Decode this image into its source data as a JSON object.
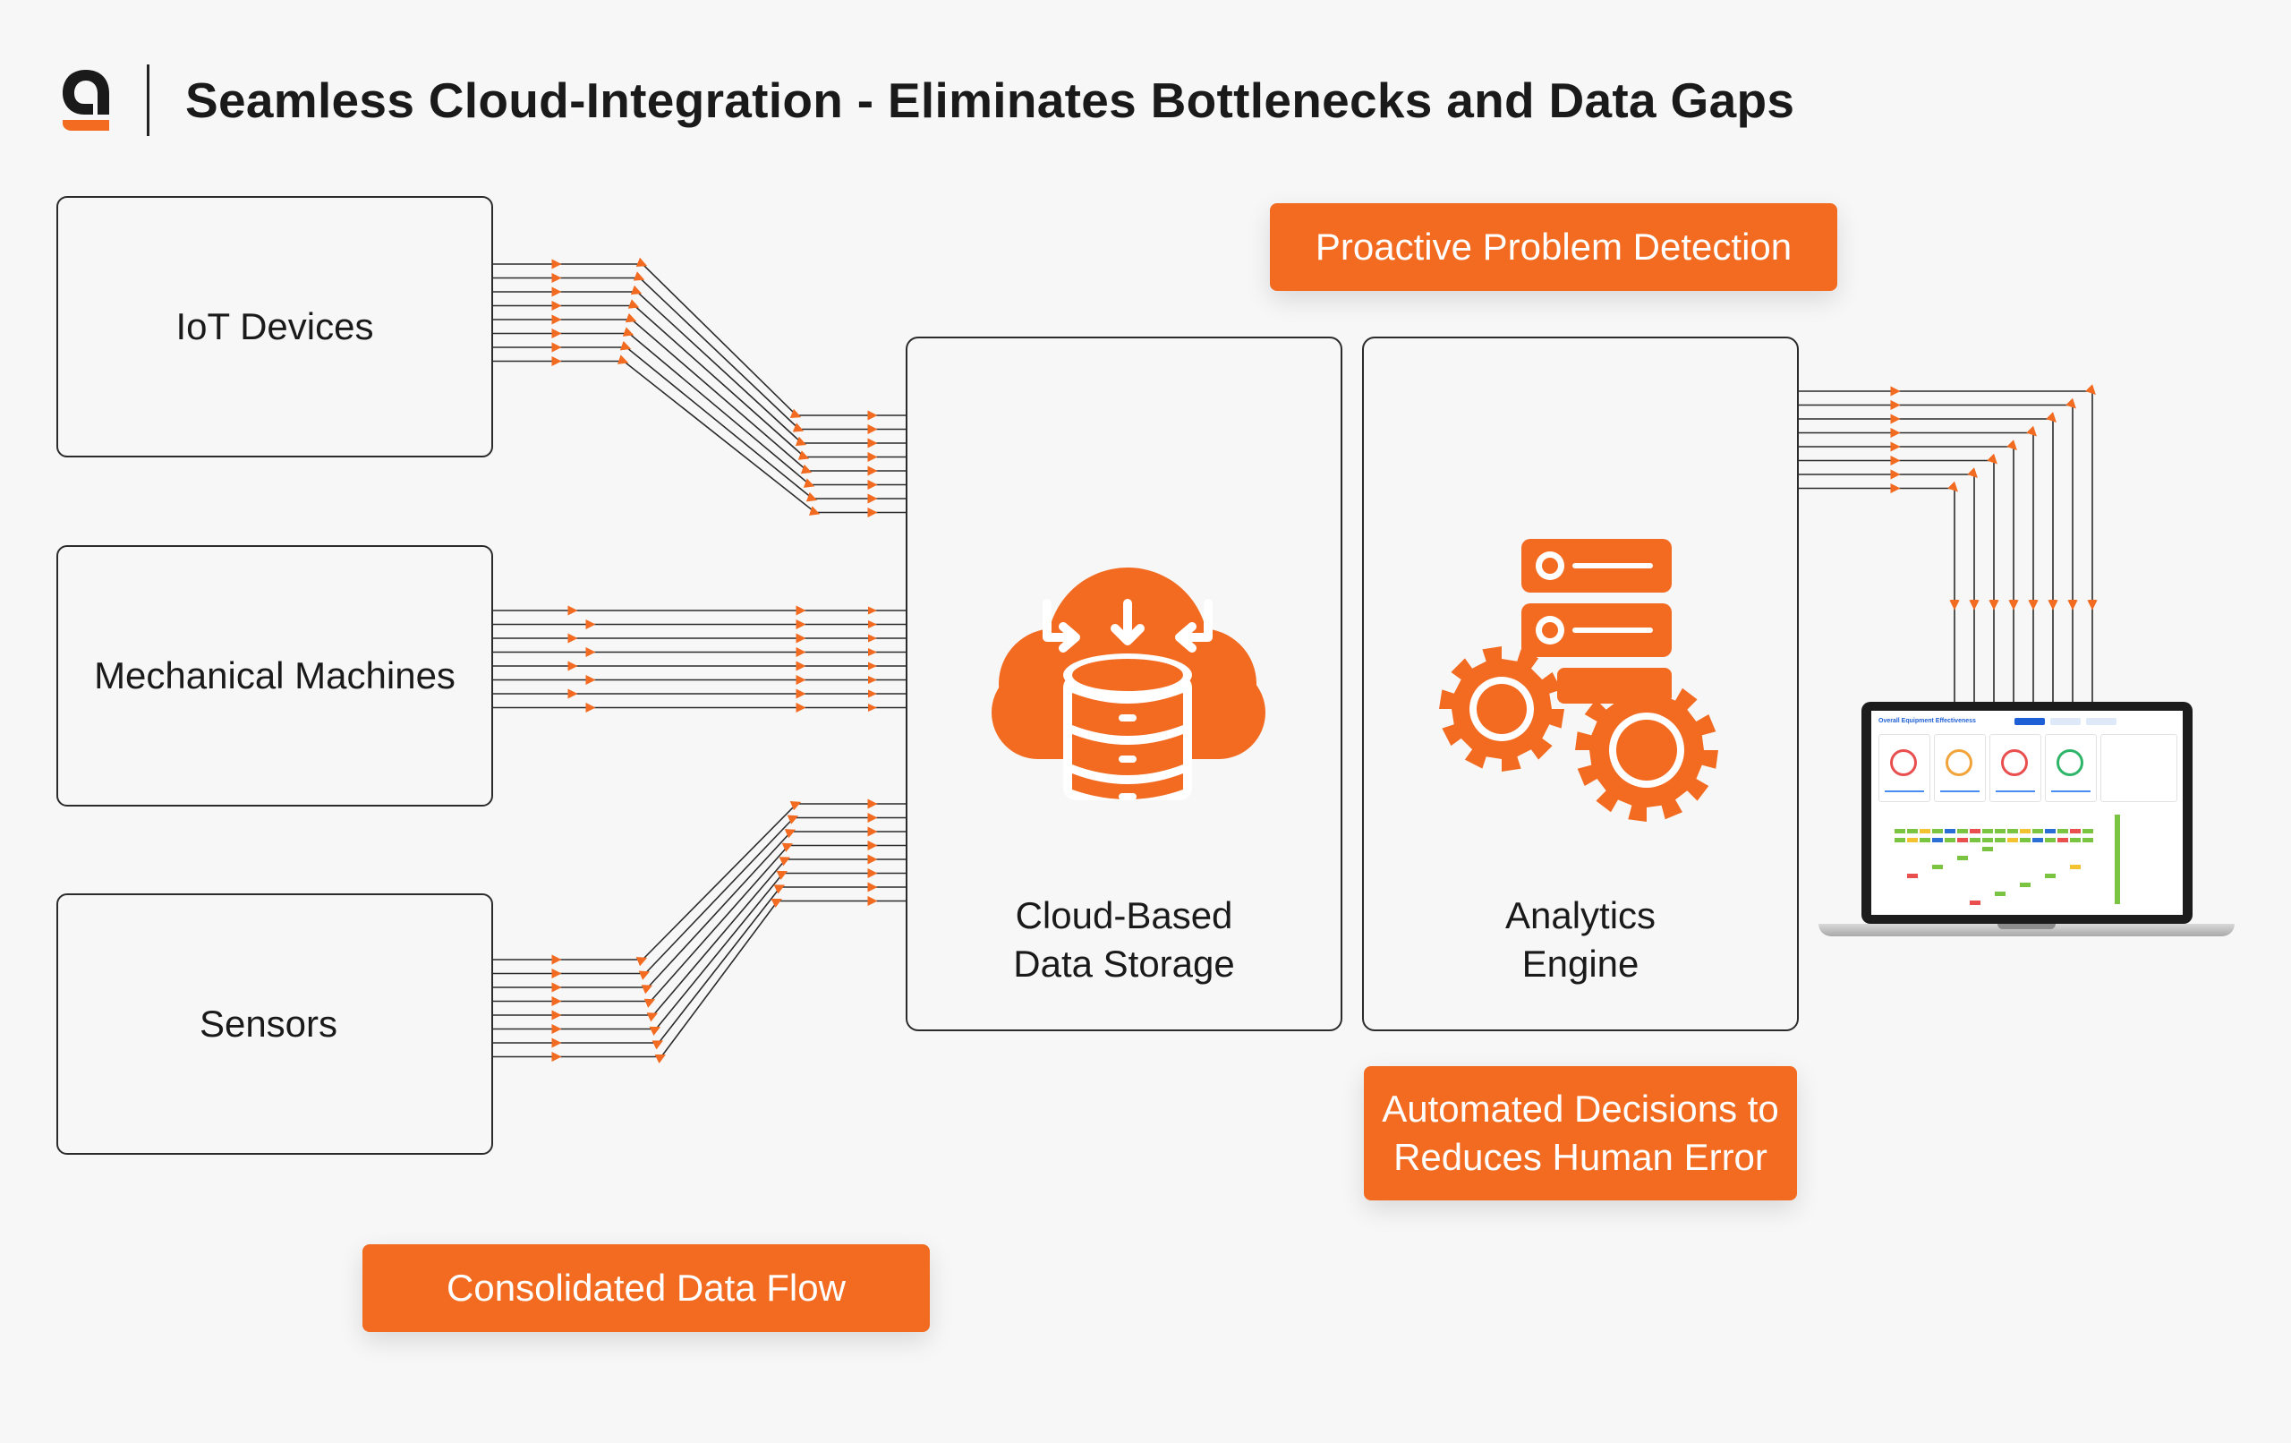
{
  "header": {
    "title": "Seamless Cloud-Integration - Eliminates Bottlenecks and Data Gaps"
  },
  "sources": [
    {
      "label": "IoT Devices"
    },
    {
      "label": "Mechanical Machines"
    },
    {
      "label": "Sensors"
    }
  ],
  "storage": {
    "line1": "Cloud-Based",
    "line2": "Data Storage"
  },
  "analytics": {
    "line1": "Analytics",
    "line2": "Engine"
  },
  "callouts": {
    "proactive": "Proactive Problem Detection",
    "automated_line1": "Automated Decisions to",
    "automated_line2": "Reduces Human Error",
    "consolidated": "Consolidated Data Flow"
  },
  "dashboard": {
    "title": "Overall Equipment Effectiveness"
  },
  "colors": {
    "accent": "#f26b21",
    "line": "#2b2b2b",
    "background": "#f7f7f7"
  },
  "icons": [
    "logo-icon",
    "cloud-database-icon",
    "server-gears-icon",
    "laptop-dashboard-icon"
  ]
}
